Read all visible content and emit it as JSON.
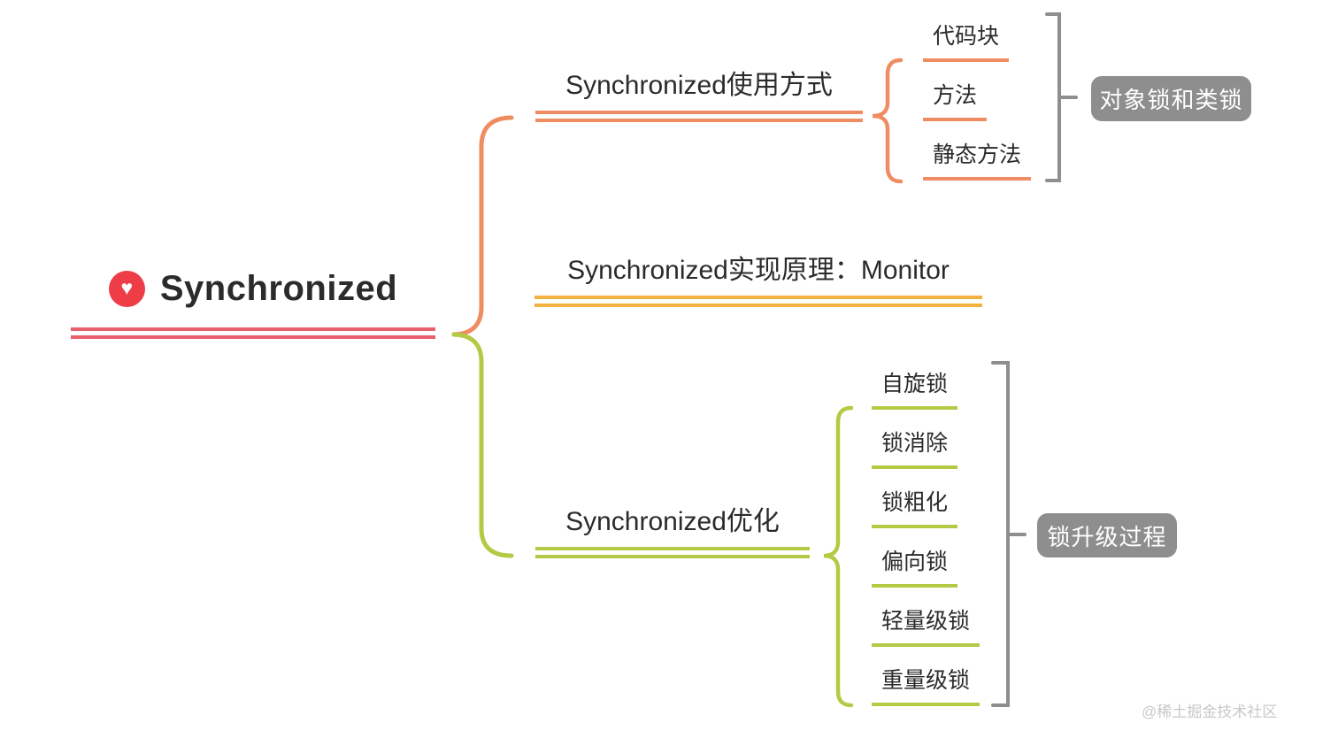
{
  "root": {
    "label": "Synchronized",
    "icon": "heart-icon",
    "underline_color": "#e8606b",
    "icon_color": "#ee3d46"
  },
  "branches": [
    {
      "label": "Synchronized使用方式",
      "color": "#ef8c62",
      "children": [
        {
          "label": "代码块"
        },
        {
          "label": "方法"
        },
        {
          "label": "静态方法"
        }
      ],
      "group_label": "对象锁和类锁"
    },
    {
      "label": "Synchronized实现原理：Monitor",
      "color": "#f2b141",
      "children": []
    },
    {
      "label": "Synchronized优化",
      "color": "#b3ca44",
      "children": [
        {
          "label": "自旋锁"
        },
        {
          "label": "锁消除"
        },
        {
          "label": "锁粗化"
        },
        {
          "label": "偏向锁"
        },
        {
          "label": "轻量级锁"
        },
        {
          "label": "重量级锁"
        }
      ],
      "group_label": "锁升级过程"
    }
  ],
  "colors": {
    "text": "#2b2b2b",
    "summary_box": "#8e8e8e",
    "bracket": "#8e8e8e"
  },
  "watermark": "@稀土掘金技术社区"
}
